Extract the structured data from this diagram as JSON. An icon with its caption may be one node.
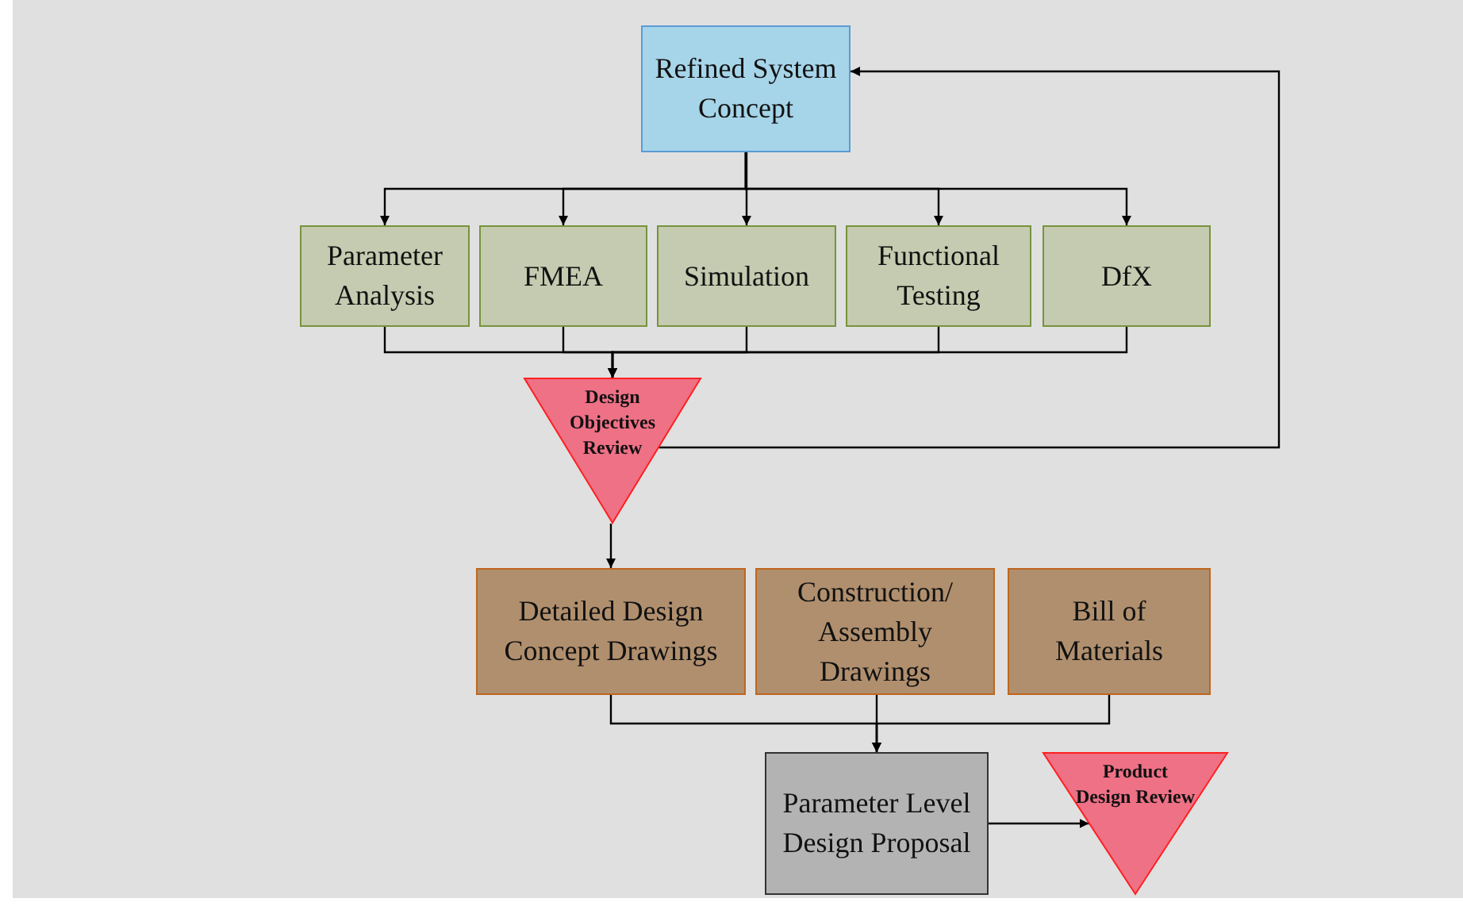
{
  "diagram": {
    "nodes": [
      {
        "text": [
          "Refined System Concept"
        ]
      },
      {
        "text": [
          "Parameter Analysis"
        ]
      },
      {
        "text": [
          "FMEA"
        ]
      },
      {
        "text": [
          "Simulation"
        ]
      },
      {
        "text": [
          "Functional Testing"
        ]
      },
      {
        "text": [
          "DfX"
        ]
      },
      {
        "text": [
          "Design Objectives Review"
        ]
      },
      {
        "text": [
          "Detailed Design Concept Drawings"
        ]
      },
      {
        "text": [
          "Construction/ Assembly Drawings"
        ]
      },
      {
        "text": [
          "Bill of Materials"
        ]
      },
      {
        "text": [
          "Parameter Level Design Proposal"
        ]
      },
      {
        "text": [
          "Product Design Review"
        ]
      }
    ],
    "edges": [
      {
        "from": 0,
        "to": 1,
        "arrow": "to"
      },
      {
        "from": 0,
        "to": 2,
        "arrow": "to"
      },
      {
        "from": 0,
        "to": 3,
        "arrow": "to"
      },
      {
        "from": 0,
        "to": 4,
        "arrow": "to"
      },
      {
        "from": 0,
        "to": 5,
        "arrow": "to"
      },
      {
        "from": 1,
        "to": 6,
        "arrow": "to"
      },
      {
        "from": 2,
        "to": 6,
        "arrow": "to"
      },
      {
        "from": 3,
        "to": 6,
        "arrow": "to"
      },
      {
        "from": 4,
        "to": 6,
        "arrow": "to"
      },
      {
        "from": 5,
        "to": 6,
        "arrow": "to"
      },
      {
        "from": 6,
        "to": 0,
        "arrow": "to"
      },
      {
        "from": 6,
        "to": 7,
        "arrow": "to"
      },
      {
        "from": 7,
        "to": 10,
        "arrow": "to"
      },
      {
        "from": 8,
        "to": 10,
        "arrow": "to"
      },
      {
        "from": 9,
        "to": 10,
        "arrow": "to"
      },
      {
        "from": 10,
        "to": 11,
        "arrow": "to"
      }
    ]
  }
}
